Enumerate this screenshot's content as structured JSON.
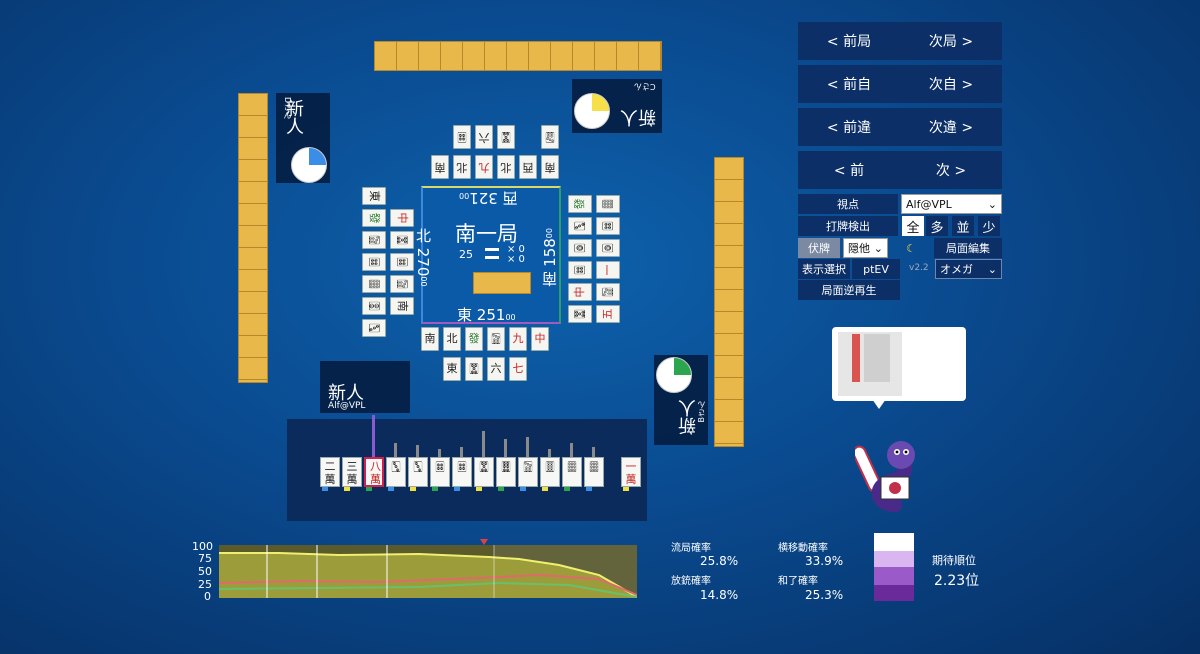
{
  "round": {
    "title": "南一局",
    "honba": "25",
    "counters": [
      "× 0",
      "× 0"
    ]
  },
  "scores": {
    "east": {
      "wind": "東",
      "value": "251",
      "small": "00"
    },
    "south": {
      "wind": "南",
      "value": "158",
      "small": "00"
    },
    "west": {
      "wind": "西",
      "value": "321",
      "small": "00"
    },
    "north": {
      "wind": "北",
      "value": "270",
      "small": "00"
    }
  },
  "players": {
    "self": {
      "name": "新人",
      "sub": "Alf@VPL"
    },
    "right": {
      "name": "新人",
      "sub": "Bさん",
      "pie_fill": 0.25
    },
    "top": {
      "name": "新人",
      "sub": "Cさん",
      "pie_fill": 0.25
    },
    "left": {
      "name": "新人",
      "sub": "Dさん",
      "pie_fill": 0.25
    }
  },
  "discards": {
    "self_row1": [
      "南",
      "北",
      "發",
      "🀟",
      "九萬",
      "中"
    ],
    "self_row2": [
      "",
      "東",
      "🀝",
      "六萬",
      "七萬"
    ],
    "left_col": [
      "東",
      "發",
      "🀟",
      "🀜",
      "🀡",
      "🀚",
      "🀛"
    ],
    "left_col2": [
      "",
      "中",
      "🀝",
      "🀜",
      "🀟",
      "南"
    ],
    "right_col": [
      "五萬",
      "🀟",
      "一萬",
      "🀙",
      "🀜",
      "🀡"
    ],
    "right_col2": [
      "🀝",
      "中",
      "🀜",
      "🀙",
      "🀛",
      "發"
    ],
    "top_row1": [
      "南",
      "西",
      "北",
      "九萬",
      "北",
      "南"
    ],
    "top_row2": [
      "🀟",
      "",
      "🀝",
      "六萬",
      "🀜"
    ]
  },
  "hand": {
    "tiles": [
      "二萬",
      "三萬",
      "八萬",
      "🀛",
      "🀛",
      "🀜",
      "🀜",
      "🀝",
      "🀞",
      "🀟",
      "🀠",
      "🀡",
      "🀡",
      "一萬"
    ],
    "selected_index": 2
  },
  "nav": {
    "prev_round": "< 前局",
    "next_round": "次局 >",
    "prev_self": "< 前自",
    "next_self": "次自 >",
    "prev_diff": "< 前違",
    "next_diff": "次違 >",
    "prev": "< 前",
    "next": "次 >"
  },
  "settings": {
    "viewpoint_label": "視点",
    "viewpoint_value": "Alf@VPL",
    "discard_detect_label": "打牌検出",
    "discard_options": [
      "全",
      "多",
      "並",
      "少"
    ],
    "fuse_label": "伏牌",
    "fuse_value": "隠他",
    "moon_icon": "moon-icon",
    "edit_label": "局面編集",
    "display_label": "表示選択",
    "display_value": "ptEV",
    "version": "v2.2",
    "model_value": "オメガ",
    "replay_label": "局面逆再生"
  },
  "graph": {
    "y_ticks": [
      "100",
      "75",
      "50",
      "25",
      "0"
    ]
  },
  "stats": {
    "ryukyoku_label": "流局確率",
    "ryukyoku_value": "25.8%",
    "yoko_label": "横移動確率",
    "yoko_value": "33.9%",
    "houju_label": "放銃確率",
    "houju_value": "14.8%",
    "agari_label": "和了確率",
    "agari_value": "25.3%",
    "rank_label": "期待順位",
    "rank_value": "2.23位"
  },
  "colors": {
    "accent_back": "#e9b84a",
    "panel": "#0b2f66",
    "pie": "#f5e04a"
  }
}
